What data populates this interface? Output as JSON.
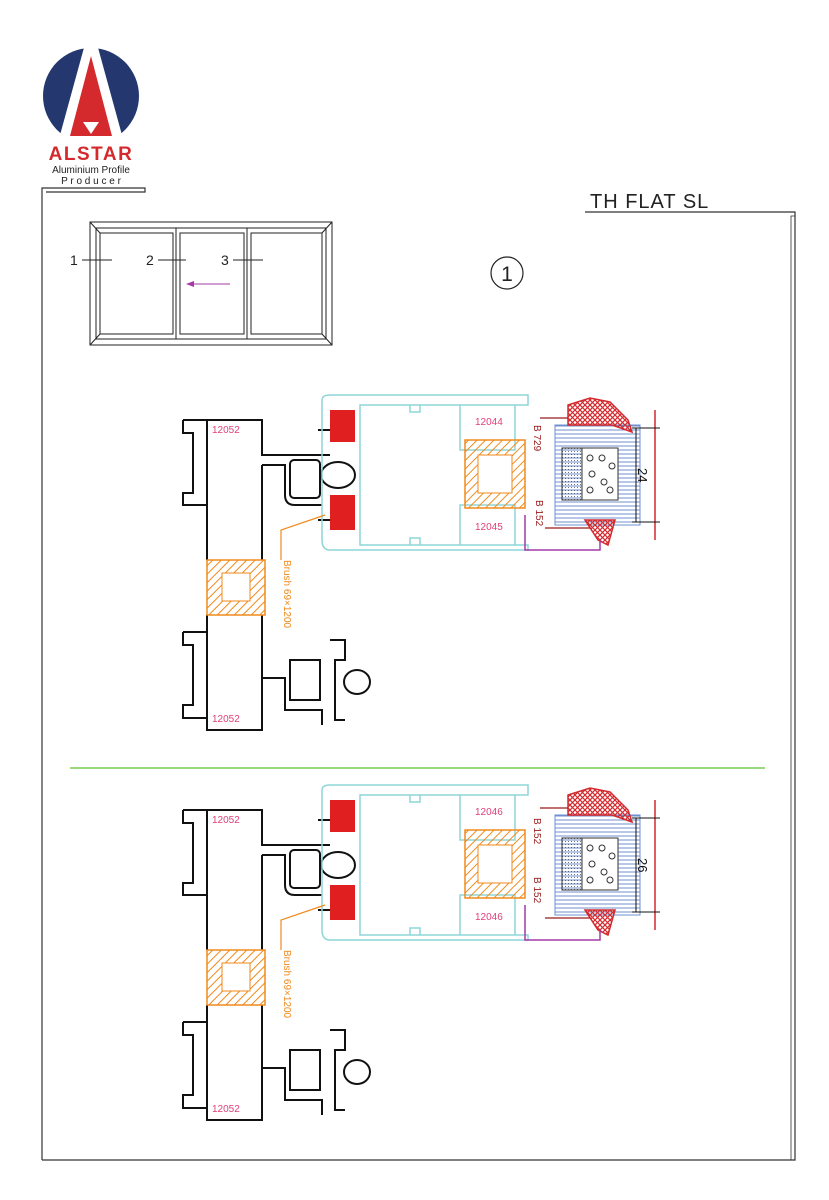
{
  "logo": {
    "brand": "ALSTAR",
    "tagline_1": "Aluminium Profile",
    "tagline_2": "P r o d u c e r"
  },
  "title": "TH FLAT SL",
  "colors": {
    "navy": "#24386f",
    "red": "#d42a2e",
    "cyan": "#8fd6d8",
    "orange": "#f08a1c",
    "magenta": "#a43aa8",
    "pink": "#e0407a",
    "green": "#5ec232",
    "glass_blue": "#6d8fd0"
  },
  "elevation": {
    "pane_labels": [
      "1",
      "2",
      "3"
    ],
    "section_marker": "1"
  },
  "section_top": {
    "frame_label_top": "12052",
    "frame_label_bottom": "12052",
    "sash_label_top": "12044",
    "sash_label_bottom": "12045",
    "gasket_top": "B 729",
    "gasket_bottom": "B 152",
    "glass_thickness": "24",
    "brush": "Brush 69×1200"
  },
  "section_bottom": {
    "frame_label_top": "12052",
    "frame_label_bottom": "12052",
    "sash_label_top": "12046",
    "sash_label_bottom": "12046",
    "gasket_top": "B 152",
    "gasket_bottom": "B 152",
    "glass_thickness": "26",
    "brush": "Brush 69×1200"
  }
}
